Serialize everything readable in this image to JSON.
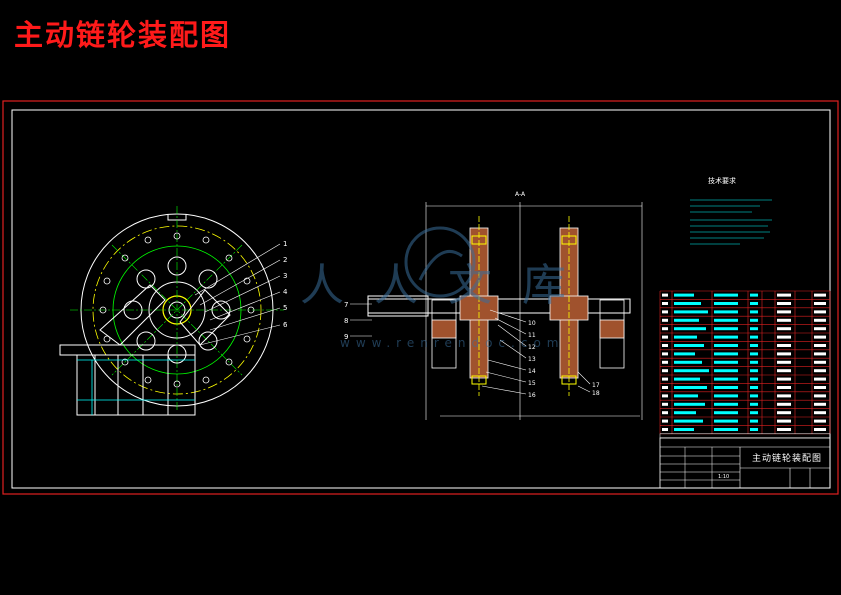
{
  "page_title": "主动链轮装配图",
  "section_label": "A-A",
  "tech_requirements": {
    "heading": "技术要求"
  },
  "part_callouts_left": [
    "1",
    "2",
    "3",
    "4",
    "5",
    "6"
  ],
  "part_callouts_mid_left": [
    "7",
    "8",
    "9"
  ],
  "part_callouts_right": [
    "10",
    "11",
    "12",
    "13",
    "14",
    "15",
    "16",
    "17",
    "18"
  ],
  "title_block": {
    "drawing_name": "主动链轮装配图",
    "scale": "1:10"
  },
  "watermark": {
    "chars": "人人文库",
    "url": "www.renrendoc.com"
  },
  "colors": {
    "title_red": "#ff1a1a",
    "frame_red": "#e02020",
    "line_white": "#ffffff",
    "cyan": "#00ffff",
    "green": "#00ff00",
    "yellow": "#ffff00",
    "brown": "#a0522d",
    "watermark_blue": "#3a6d9a"
  }
}
